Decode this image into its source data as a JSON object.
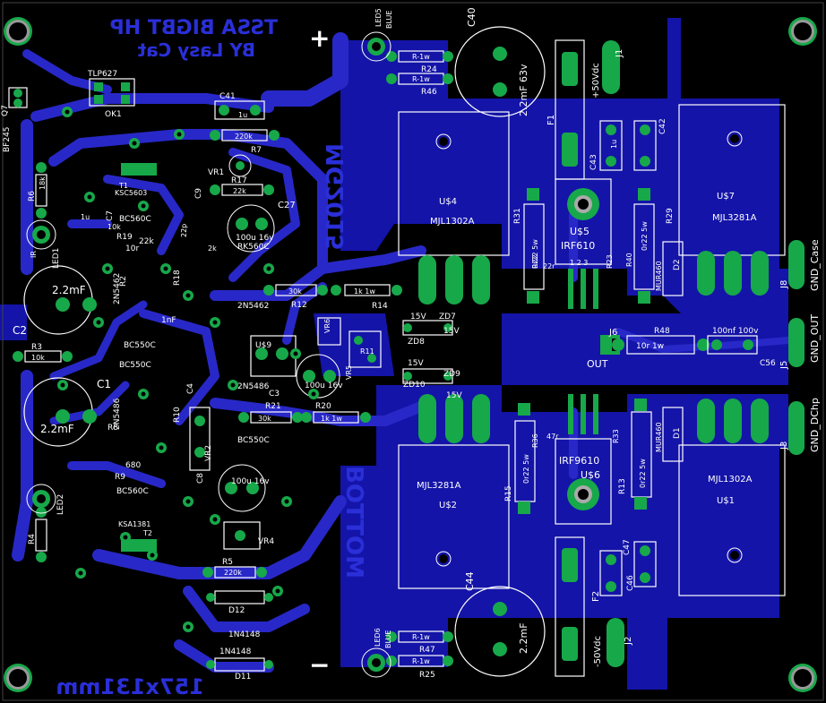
{
  "board": {
    "title_line1": "TSSA BIGBT HP",
    "title_line2": "BY Lasy Cat",
    "size_text": "157x131mm",
    "plus_text": "+",
    "minus_text": "−",
    "top_mark": "MG2015",
    "bottom_mark": "BOTTOM"
  },
  "colors": {
    "bottom_copper": "#1414a8",
    "trace": "#2828c8",
    "pad": "#17a84a",
    "silkscreen": "#ffffff",
    "background": "#000000"
  },
  "connectors": {
    "j1": "J1",
    "j1_label": "+50Vdc",
    "j2": "J2",
    "j2_label": "-50Vdc",
    "j6": "J6",
    "j6_label": "OUT",
    "j8": "J8",
    "j8_label": "GND_Case",
    "j5": "J5",
    "j5_label": "GND_OUT",
    "j3": "J3",
    "j3_label": "GND_DChp"
  },
  "transistors": {
    "u4": "U$4",
    "u4_part": "MJL1302A",
    "u7": "U$7",
    "u7_part": "MJL3281A",
    "u2": "U$2",
    "u2_part": "MJL3281A",
    "u1": "U$1",
    "u1_part": "MJL1302A",
    "u5": "U$5",
    "u5_part": "IRF610",
    "u6": "U$6",
    "u6_part": "IRF9610",
    "q2_part": "BC550C",
    "q3_part": "2N5462",
    "q4_part": "2N5486",
    "q5_part": "BC550C",
    "q6_part": "KSC5603",
    "q7_part": "BF245",
    "ksa_part": "KSA1381",
    "rk_part": "RK560C",
    "q_2n5486": "2N5486",
    "q_2n5462": "2N5462",
    "q_bc560c": "BC560C",
    "q_bc550c": "BC550C"
  },
  "caps": {
    "c40": "C40",
    "c40_val": "2.2mF 63v",
    "c44": "C44",
    "c44_val": "2.2mF",
    "c2": "C2",
    "c2_val": "2.2mF",
    "c1": "C1",
    "c1_val": "2.2mF",
    "c27": "C27",
    "c27_val": "100u 16v",
    "c5_val": "100u 16v",
    "c6_val": "100u 16v",
    "c41": "C41",
    "c41_val": "1u",
    "c42": "C42",
    "c43": "C43",
    "c43_val": "1u",
    "c46": "C46",
    "c47": "C47",
    "c56": "C56",
    "c56_val": "100nf 100v",
    "c9": "C9",
    "c8": "C8",
    "c4": "C4",
    "c3": "C3",
    "c7": "C7",
    "c4_val": "1nF",
    "c22p": "22p",
    "c1u": "1u"
  },
  "resistors": {
    "r24": "R24",
    "r46": "R46",
    "r47": "R47",
    "r25": "R25",
    "r1w": "R-1w",
    "r7": "R7",
    "r7_val": "220k",
    "r17": "R17",
    "r17_val": "22k",
    "r12": "R12",
    "r12_val": "30k",
    "r14": "R14",
    "r14_val": "1k 1w",
    "r20": "R20",
    "r20_val": "1k 1w",
    "r21": "R21",
    "r21_val": "30k",
    "r31": "R31",
    "r31_val": "0r22 5w",
    "r29": "R29",
    "r29_val": "0r22 5w",
    "r15": "R15",
    "r15_val": "0r22 5w",
    "r13": "R13",
    "r13_val": "0r22 5w",
    "r48": "R48",
    "r48_val": "10r 1w",
    "r3": "R3",
    "r3_val": "10k",
    "r4": "R4",
    "r6": "R6",
    "r6_val": "18k",
    "r5": "R5",
    "r5_val": "220k",
    "r10": "R10",
    "r18": "R18",
    "r2": "R2",
    "r8": "R8",
    "r9": "R9",
    "r11": "R11",
    "r19": "R19",
    "r33": "R33",
    "r36": "R36",
    "r40": "R40",
    "r22": "R22",
    "r23": "R23",
    "r680": "680",
    "r22r": "22r",
    "r10r": "10r",
    "r47r": "47r",
    "r10k": "10k",
    "r22k": "22k",
    "r2k": "2k"
  },
  "diodes": {
    "zd7": "ZD7",
    "zd8": "ZD8",
    "zd9": "ZD9",
    "zd10": "ZD10",
    "z15v": "15V",
    "d1": "D1",
    "d2": "D2",
    "d11": "D11",
    "d12": "D12",
    "d_part": "1N4148",
    "mur": "MUR460"
  },
  "misc": {
    "led1": "LED1",
    "led2": "LED2",
    "led5": "LED5",
    "led6": "LED6",
    "blue": "BLUE",
    "ok1": "OK1",
    "tlp": "TLP627",
    "vr1": "VR1",
    "vr2": "VR2",
    "vr4": "VR4",
    "vr5": "VR5",
    "vr6": "VR6",
    "f1": "F1",
    "f2": "F2",
    "t1": "T1",
    "t2": "T2",
    "q7": "Q7",
    "u9": "U$9",
    "ir": "IR",
    "pin123": "1 2 3"
  }
}
